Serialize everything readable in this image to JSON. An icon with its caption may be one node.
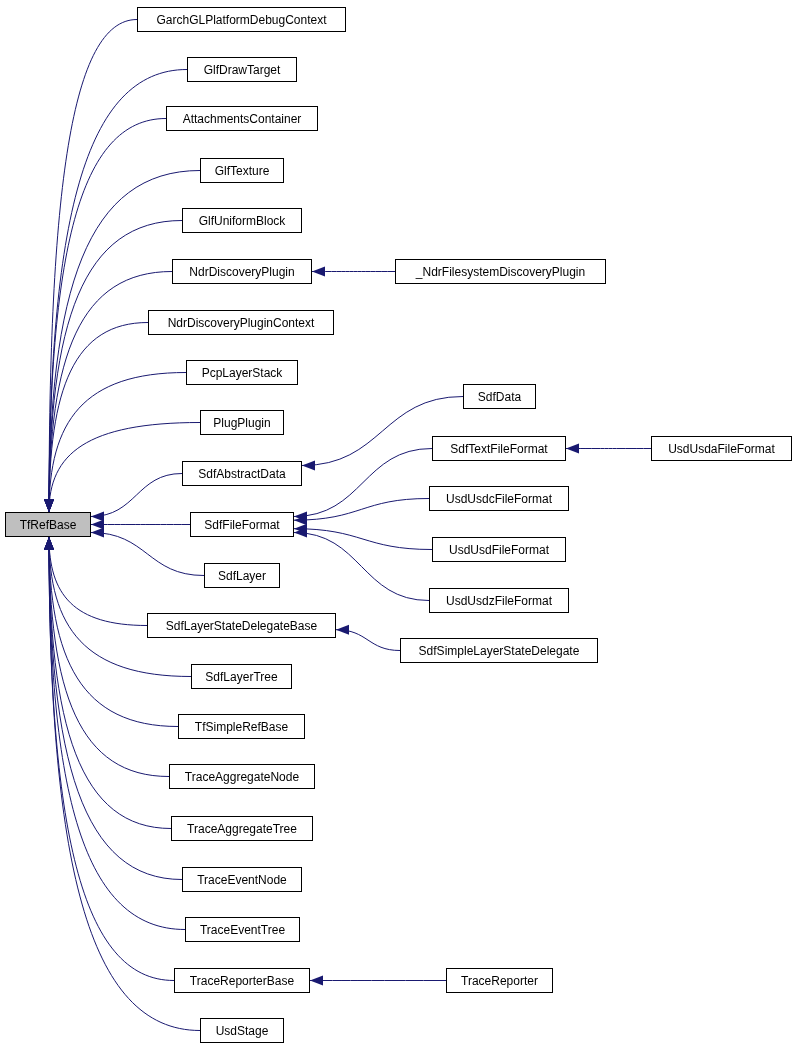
{
  "diagram": {
    "nodes": [
      {
        "text": [
          "TfRefBase"
        ]
      },
      {
        "text": [
          "GarchGLPlatformDebugContext"
        ]
      },
      {
        "text": [
          "GlfDrawTarget"
        ]
      },
      {
        "text": [
          "AttachmentsContainer"
        ]
      },
      {
        "text": [
          "GlfTexture"
        ]
      },
      {
        "text": [
          "GlfUniformBlock"
        ]
      },
      {
        "text": [
          "NdrDiscoveryPlugin"
        ]
      },
      {
        "text": [
          "_NdrFilesystemDiscoveryPlugin"
        ]
      },
      {
        "text": [
          "NdrDiscoveryPluginContext"
        ]
      },
      {
        "text": [
          "PcpLayerStack"
        ]
      },
      {
        "text": [
          "PlugPlugin"
        ]
      },
      {
        "text": [
          "SdfAbstractData"
        ]
      },
      {
        "text": [
          "SdfData"
        ]
      },
      {
        "text": [
          "SdfFileFormat"
        ]
      },
      {
        "text": [
          "SdfTextFileFormat"
        ]
      },
      {
        "text": [
          "UsdUsdaFileFormat"
        ]
      },
      {
        "text": [
          "UsdUsdcFileFormat"
        ]
      },
      {
        "text": [
          "UsdUsdFileFormat"
        ]
      },
      {
        "text": [
          "UsdUsdzFileFormat"
        ]
      },
      {
        "text": [
          "SdfLayer"
        ]
      },
      {
        "text": [
          "SdfLayerStateDelegateBase"
        ]
      },
      {
        "text": [
          "SdfSimpleLayerStateDelegate"
        ]
      },
      {
        "text": [
          "SdfLayerTree"
        ]
      },
      {
        "text": [
          "TfSimpleRefBase"
        ]
      },
      {
        "text": [
          "TraceAggregateNode"
        ]
      },
      {
        "text": [
          "TraceAggregateTree"
        ]
      },
      {
        "text": [
          "TraceEventNode"
        ]
      },
      {
        "text": [
          "TraceEventTree"
        ]
      },
      {
        "text": [
          "TraceReporterBase"
        ]
      },
      {
        "text": [
          "TraceReporter"
        ]
      },
      {
        "text": [
          "UsdStage"
        ]
      }
    ],
    "edges": [
      {
        "from": 1,
        "to": 0,
        "arrow": "to"
      },
      {
        "from": 2,
        "to": 0,
        "arrow": "to"
      },
      {
        "from": 3,
        "to": 0,
        "arrow": "to"
      },
      {
        "from": 4,
        "to": 0,
        "arrow": "to"
      },
      {
        "from": 5,
        "to": 0,
        "arrow": "to"
      },
      {
        "from": 6,
        "to": 0,
        "arrow": "to"
      },
      {
        "from": 7,
        "to": 6,
        "arrow": "to"
      },
      {
        "from": 8,
        "to": 0,
        "arrow": "to"
      },
      {
        "from": 9,
        "to": 0,
        "arrow": "to"
      },
      {
        "from": 10,
        "to": 0,
        "arrow": "to"
      },
      {
        "from": 11,
        "to": 0,
        "arrow": "to"
      },
      {
        "from": 12,
        "to": 11,
        "arrow": "to"
      },
      {
        "from": 13,
        "to": 0,
        "arrow": "to"
      },
      {
        "from": 14,
        "to": 13,
        "arrow": "to"
      },
      {
        "from": 15,
        "to": 14,
        "arrow": "to"
      },
      {
        "from": 16,
        "to": 13,
        "arrow": "to"
      },
      {
        "from": 17,
        "to": 13,
        "arrow": "to"
      },
      {
        "from": 18,
        "to": 13,
        "arrow": "to"
      },
      {
        "from": 19,
        "to": 0,
        "arrow": "to"
      },
      {
        "from": 20,
        "to": 0,
        "arrow": "to"
      },
      {
        "from": 21,
        "to": 20,
        "arrow": "to"
      },
      {
        "from": 22,
        "to": 0,
        "arrow": "to"
      },
      {
        "from": 23,
        "to": 0,
        "arrow": "to"
      },
      {
        "from": 24,
        "to": 0,
        "arrow": "to"
      },
      {
        "from": 25,
        "to": 0,
        "arrow": "to"
      },
      {
        "from": 26,
        "to": 0,
        "arrow": "to"
      },
      {
        "from": 27,
        "to": 0,
        "arrow": "to"
      },
      {
        "from": 28,
        "to": 0,
        "arrow": "to"
      },
      {
        "from": 29,
        "to": 28,
        "arrow": "to"
      },
      {
        "from": 30,
        "to": 0,
        "arrow": "to"
      }
    ]
  }
}
